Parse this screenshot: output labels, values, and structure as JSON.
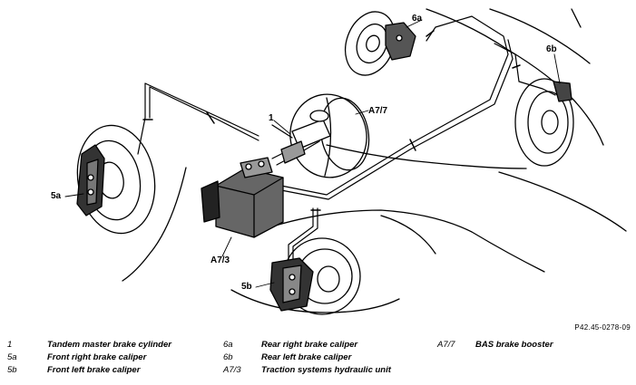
{
  "figure": {
    "reference_code": "P42.45-0278-09",
    "callouts": {
      "c1": "1",
      "c6a": "6a",
      "c6b": "6b",
      "cA77": "A7/7",
      "c5a": "5a",
      "cA73": "A7/3",
      "c5b": "5b"
    }
  },
  "legend": [
    {
      "code": "1",
      "text": "Tandem master brake cylinder"
    },
    {
      "code": "5a",
      "text": "Front right brake caliper"
    },
    {
      "code": "5b",
      "text": "Front left brake caliper"
    },
    {
      "code": "6a",
      "text": "Rear right brake caliper"
    },
    {
      "code": "6b",
      "text": "Rear left brake caliper"
    },
    {
      "code": "A7/3",
      "text": "Traction systems hydraulic unit"
    },
    {
      "code": "A7/7",
      "text": "BAS brake booster"
    }
  ]
}
